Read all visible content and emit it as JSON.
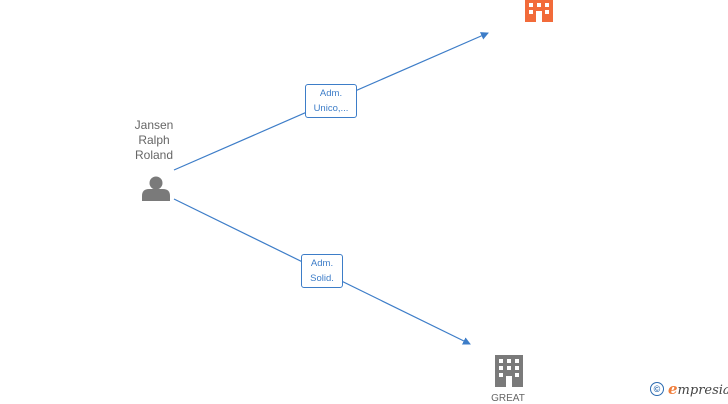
{
  "person": {
    "name_lines": [
      "Jansen",
      "Ralph",
      "Roland"
    ],
    "icon": "person-icon"
  },
  "edges": [
    {
      "label_lines": [
        "Adm.",
        "Unico,..."
      ]
    },
    {
      "label_lines": [
        "Adm.",
        "Solid."
      ]
    }
  ],
  "companies": [
    {
      "name": "",
      "icon": "building-icon",
      "color": "#f26b3a"
    },
    {
      "name": "GREAT",
      "icon": "building-icon",
      "color": "#7a7a7a"
    }
  ],
  "watermark": {
    "symbol": "©",
    "brand_first": "e",
    "brand_rest": "mpresia"
  },
  "colors": {
    "edge": "#3d7dc8",
    "person": "#7a7a7a",
    "company_highlight": "#f26b3a",
    "company_default": "#7a7a7a"
  }
}
